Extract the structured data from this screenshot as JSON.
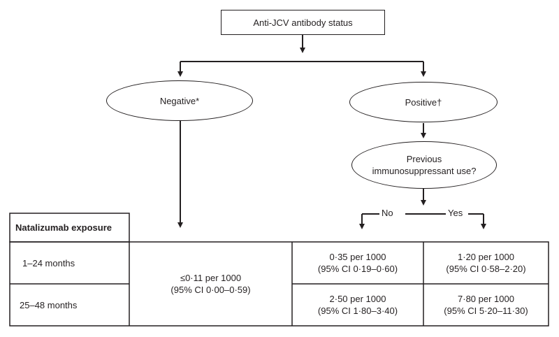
{
  "root": {
    "label": "Anti-JCV antibody status"
  },
  "branches": {
    "negative": "Negative*",
    "positive": "Positive†",
    "question": [
      "Previous",
      "immunosuppressant use?"
    ],
    "no": "No",
    "yes": "Yes"
  },
  "table": {
    "header": "Natalizumab exposure",
    "rows": [
      {
        "label": "1–24 months",
        "no": [
          "0·35 per 1000",
          "(95% CI 0·19–0·60)"
        ],
        "yes": [
          "1·20 per 1000",
          "(95% CI 0·58–2·20)"
        ]
      },
      {
        "label": "25–48 months",
        "no": [
          "2·50 per 1000",
          "(95% CI 1·80–3·40)"
        ],
        "yes": [
          "7·80 per 1000",
          "(95% CI 5·20–11·30)"
        ]
      }
    ],
    "negative": [
      "≤0·11 per 1000",
      "(95% CI 0·00–0·59)"
    ]
  }
}
